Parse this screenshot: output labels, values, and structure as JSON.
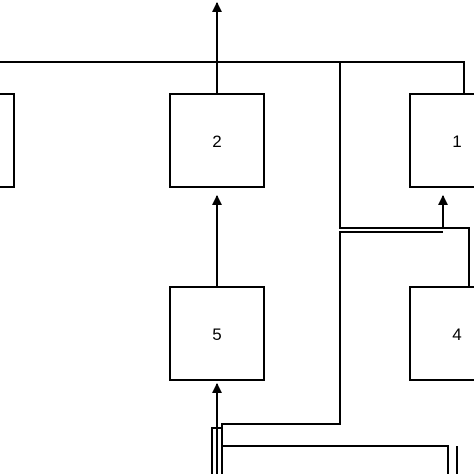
{
  "diagram": {
    "colors": {
      "stroke": "#000000",
      "fill": "#ffffff",
      "text": "#000000"
    },
    "nodes": [
      {
        "id": "n2",
        "label": "2"
      },
      {
        "id": "n1",
        "label": "1"
      },
      {
        "id": "n5",
        "label": "5"
      },
      {
        "id": "n4",
        "label": "4"
      },
      {
        "id": "left-partial",
        "label": ""
      }
    ]
  }
}
